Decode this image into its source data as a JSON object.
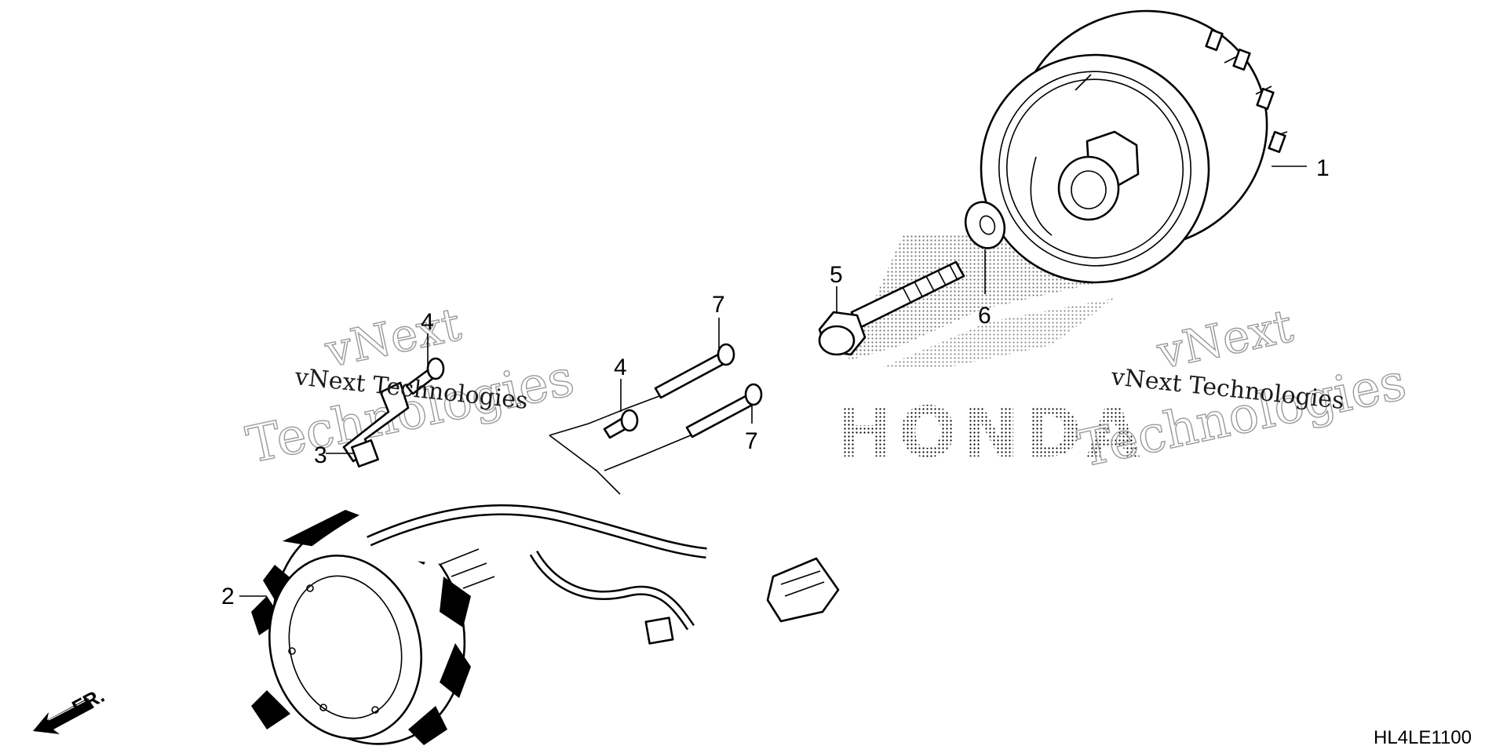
{
  "callouts": {
    "p1": "1",
    "p2": "2",
    "p3": "3",
    "p4a": "4",
    "p4b": "4",
    "p5": "5",
    "p6": "6",
    "p7a": "7",
    "p7b": "7"
  },
  "direction_label": "FR.",
  "diagram_code": "HL4LE1100",
  "brand_watermark": "HONDA",
  "watermarks": {
    "left_line": "vNext Technologies",
    "left_big_top": "vNext",
    "left_big_bottom": "Technologies",
    "right_line": "vNext Technologies",
    "right_big_top": "vNext",
    "right_big_bottom": "Technologies"
  }
}
